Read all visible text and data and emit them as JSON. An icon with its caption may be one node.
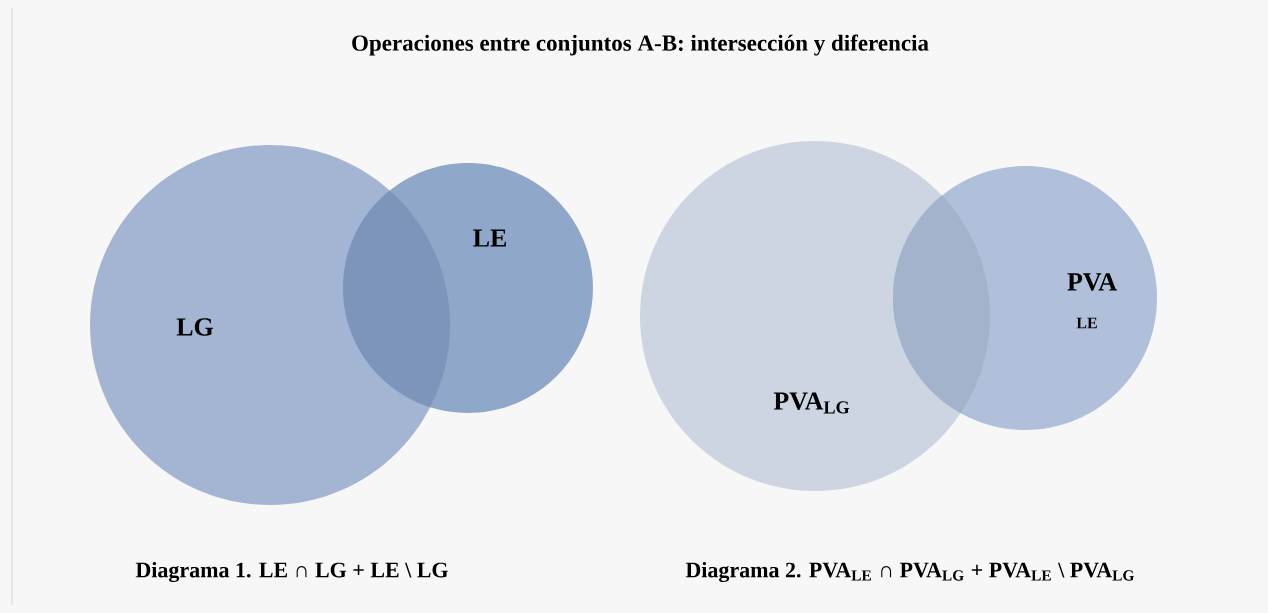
{
  "diagram": {
    "title": "Operaciones entre conjuntos A-B: intersección y diferencia",
    "nodes": [
      {
        "text": [
          "LG"
        ]
      },
      {
        "text": [
          "LE"
        ]
      },
      {
        "text": [
          "PVA$_{LG}$"
        ]
      },
      {
        "text": [
          "PVA",
          "LE"
        ]
      }
    ],
    "labels": [
      "Diagrama 1. LE ∩ LG + LE \\ LG",
      "Diagrama 2. PVA$_{LE}$ ∩ PVA$_{LG}$ + PVA$_{LE}$ \\ PVA$_{LG}$"
    ]
  }
}
